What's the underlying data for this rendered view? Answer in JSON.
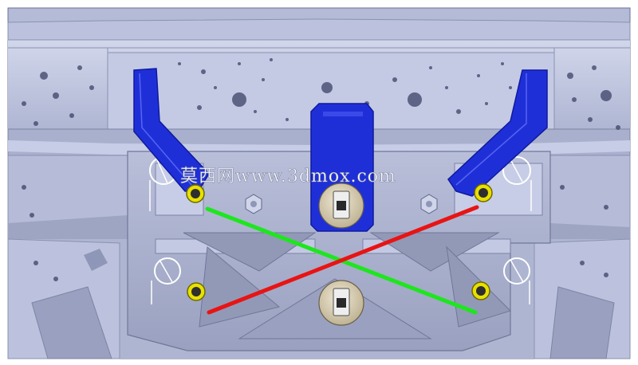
{
  "watermark": {
    "text": "莫西网www.3dmox.com"
  },
  "colors": {
    "background": "#ffffff",
    "housing_light": "#c9cfe6",
    "housing_mid": "#b5bcd8",
    "housing_dark": "#8f97b8",
    "bracket_plate": "#aeb4cf",
    "bracket_dark": "#7c84a6",
    "blue_lever": "#1f2fd8",
    "blue_lever_dark": "#0f1a9c",
    "green_link": "#1ee61e",
    "red_link": "#e81414",
    "bushing": "#d8cdb4",
    "bolt_yellow": "#e8e000",
    "spring_white": "#ffffff"
  },
  "icons": [
    "hole-pattern",
    "bolt-head",
    "torsion-spring",
    "pin-bushing"
  ]
}
